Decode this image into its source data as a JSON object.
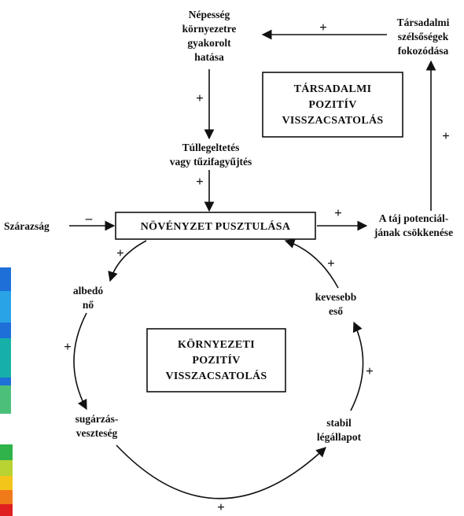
{
  "nodes": {
    "nepesseg": [
      "Népesség",
      "környezetre",
      "gyakorolt",
      "hatása"
    ],
    "tarsadalmi_szelsosegek": [
      "Társadalmi",
      "szélsőségek",
      "fokozódása"
    ],
    "tullegeltetes": [
      "Túllegeltetés",
      "vagy tűzifagyűjtés"
    ],
    "szarazsag": "Szárazság",
    "novenyzet": "NÖVÉNYZET PUSZTULÁSA",
    "taj": [
      "A táj potenciál-",
      "jának csökkenése"
    ],
    "albedo": [
      "albedó",
      "nő"
    ],
    "kevesebb_eso": [
      "kevesebb",
      "eső"
    ],
    "sugarzas": [
      "sugárzás-",
      "veszteség"
    ],
    "stabil": [
      "stabil",
      "légállapot"
    ]
  },
  "loops": {
    "tarsadalmi": [
      "TÁRSADALMI",
      "POZITÍV",
      "VISSZACSATOLÁS"
    ],
    "kornyezeti": [
      "KÖRNYEZETI",
      "POZITÍV",
      "VISSZACSATOLÁS"
    ]
  },
  "signs": {
    "plus": "+",
    "minus": "–"
  },
  "colors": {
    "ink": "#111111",
    "background": "#ffffff"
  }
}
